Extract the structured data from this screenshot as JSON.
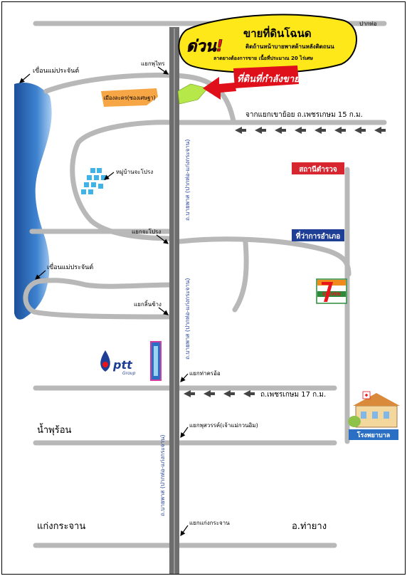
{
  "banner": {
    "urgent": "ด่วน!",
    "title": "ขายที่ดินโฉนด",
    "line1": "ติดถ้านหน้าบายพาสด้านหลังติดถนน",
    "line2": "ลาดยางต้องการขาย  เนื้อที่ประมาณ 20 ไร่เศษ",
    "callout": "ที่ดินที่กำลังขาย"
  },
  "labels": {
    "paktho": "ปากท่อ",
    "dam_top": "เขื่อนแม่ประจันต์",
    "dam_mid": "เขื่อนแม่ประจันต์",
    "yaek_phuthai": "แยกพุไทร",
    "mueang_chalorm": "เมืองละคร(ซองเศษฐา)",
    "from_khaoyoi": "จากแยกเขาย้อย ถ.เพชรเกษม 15 ก.ม.",
    "village": "หมู่บ้านจะโปรง",
    "police": "สถานีตำรวจ",
    "district_office": "ที่ว่าการอำเภอ",
    "yaek_chapong": "แยกจะโปรง",
    "yaek_linchang": "แยกลิ้นช้าง",
    "bypass_1": "ถ.บายพาส  (ปากท่อ-แก่งกระจาน)",
    "bypass_2": "ถ.บายพาส  (ปากท่อ-แก่งกระจาน)",
    "bypass_3": "ถ.บายพาส  (ปากท่อ-แก่งกระจาน)",
    "ptt": "ptt",
    "ptt_group": "Group",
    "seven_eleven": "ELEVEN",
    "yaek_thakhro": "แยกท่าครอ้อ",
    "phetkasem_17": "ถ.เพชรเกษม 17 ก.ม.",
    "hospital": "โรงพยาบาล",
    "namphuron": "น้ำพุร้อน",
    "yaek_phusawan": "แยกพุสวรรค์(เจ้าแม่กวนอิม)",
    "kaeng_krachan": "แก่งกระจาน",
    "yaek_kaeng": "แยกแก่งกระจาน",
    "tha_yang": "อ.ท่ายาง"
  },
  "colors": {
    "road": "#b8b8b8",
    "main_road": "#6e6e6e",
    "water": "#2d6fb8",
    "banner": "#ffe81a",
    "urgent": "#e8141a",
    "callout": "#e0101a",
    "land": "#b6e84a",
    "police_bg": "#d7262f",
    "district_bg": "#1f3f97",
    "hospital_bg": "#2a6fc4"
  }
}
